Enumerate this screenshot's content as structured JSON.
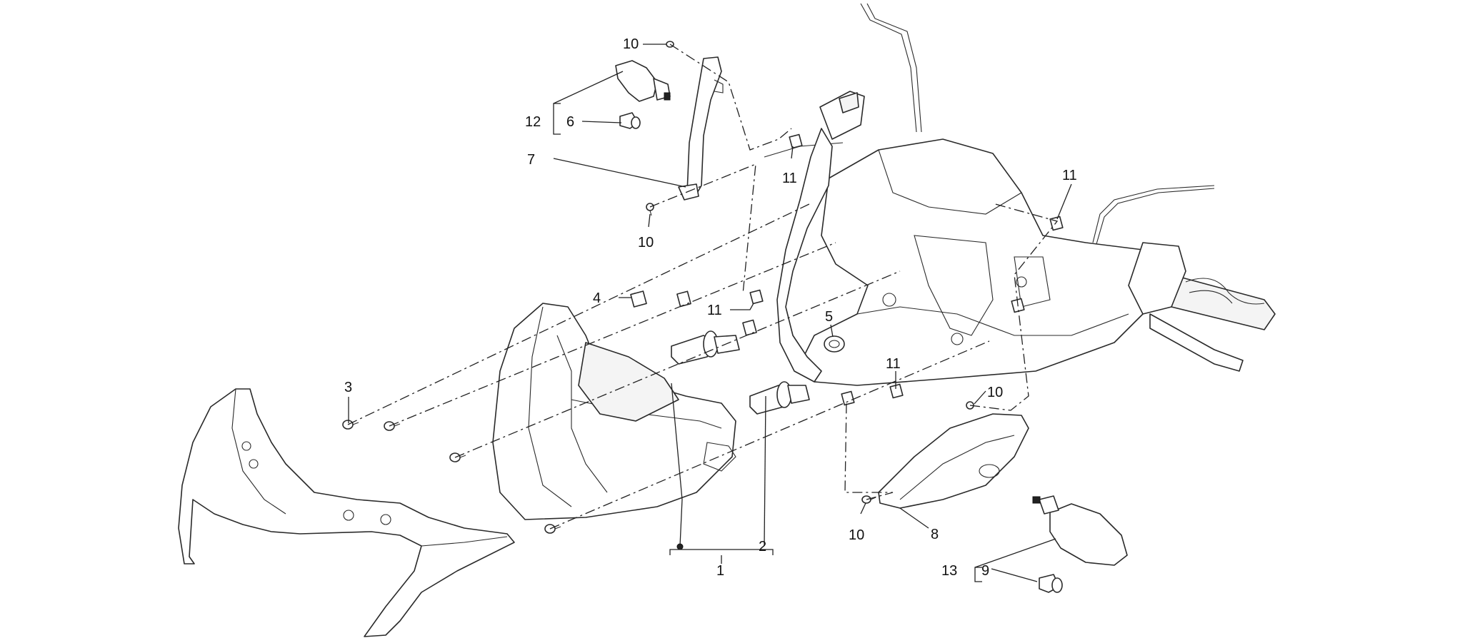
{
  "callouts": {
    "c1": "1",
    "c2": "2",
    "c3": "3",
    "c4": "4",
    "c5": "5",
    "c6": "6",
    "c7": "7",
    "c8": "8",
    "c9": "9",
    "c10a": "10",
    "c10b": "10",
    "c10c": "10",
    "c10d": "10",
    "c11a": "11",
    "c11b": "11",
    "c11c": "11",
    "c11d": "11",
    "c12": "12",
    "c13": "13"
  },
  "colors": {
    "line": "#2a2a2a",
    "background": "#ffffff"
  }
}
